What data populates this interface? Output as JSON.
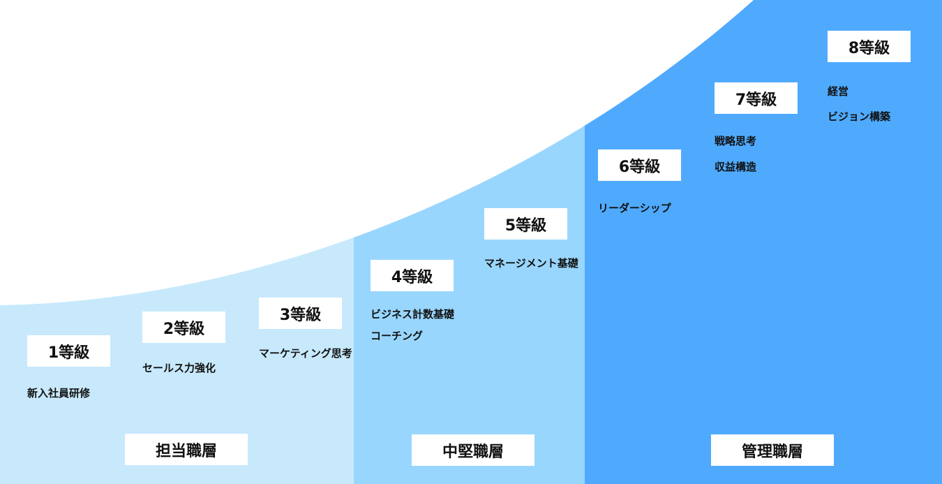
{
  "colors": {
    "junior": "#c8e9fc",
    "mid": "#99d6fd",
    "manager": "#4faafe"
  },
  "grades": [
    {
      "label": "1等級",
      "skills": [
        "新入社員研修"
      ]
    },
    {
      "label": "2等級",
      "skills": [
        "セールス力強化"
      ]
    },
    {
      "label": "3等級",
      "skills": [
        "マーケティング思考"
      ]
    },
    {
      "label": "4等級",
      "skills": [
        "ビジネス計数基礎",
        "コーチング"
      ]
    },
    {
      "label": "5等級",
      "skills": [
        "マネージメント基礎"
      ]
    },
    {
      "label": "6等級",
      "skills": [
        "リーダーシップ"
      ]
    },
    {
      "label": "7等級",
      "skills": [
        "戦略思考",
        "収益構造"
      ]
    },
    {
      "label": "8等級",
      "skills": [
        "経営",
        "ビジョン構築"
      ]
    }
  ],
  "layers": [
    {
      "label": "担当職層"
    },
    {
      "label": "中堅職層"
    },
    {
      "label": "管理職層"
    }
  ]
}
